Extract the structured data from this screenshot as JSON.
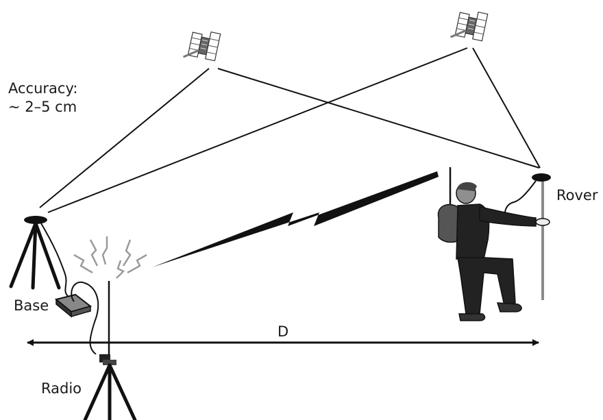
{
  "labels": {
    "accuracy_title": "Accuracy:",
    "accuracy_value": "~ 2–5 cm",
    "base": "Base",
    "rover": "Rover",
    "radio": "Radio",
    "distance": "D"
  },
  "icons": [
    "satellite-icon",
    "gps-antenna-icon",
    "tripod-icon",
    "radio-modem-icon",
    "lightning-signal-icon",
    "surveyor-figure-icon",
    "range-pole-icon"
  ],
  "colors": {
    "line": "#111111",
    "signal_spark": "#9a9a9a",
    "figure_fill": "#222222",
    "backpack": "#555555",
    "pole": "#8a8a8a"
  }
}
